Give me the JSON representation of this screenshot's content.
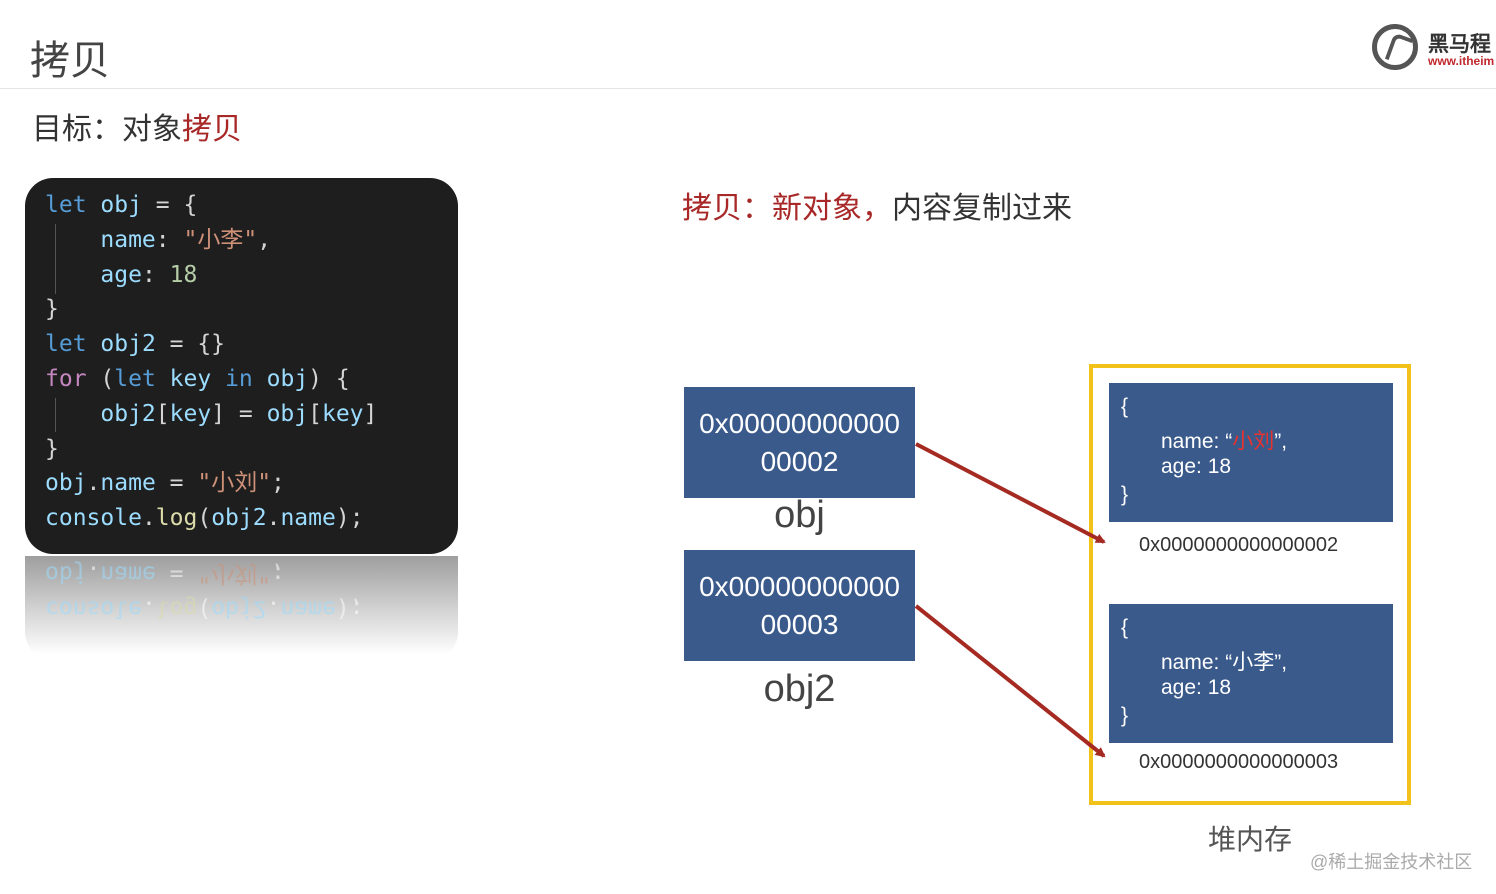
{
  "slide": {
    "title": "拷贝",
    "goal_prefix": "目标：对象",
    "goal_highlight": "拷贝"
  },
  "logo": {
    "name": "黑马程",
    "url": "www.itheim"
  },
  "code": {
    "lines": [
      {
        "tokens": [
          {
            "t": "let",
            "c": "kw"
          },
          {
            "t": " "
          },
          {
            "t": "obj",
            "c": "var"
          },
          {
            "t": " = {"
          }
        ]
      },
      {
        "tokens": [
          {
            "t": "    "
          },
          {
            "t": "name",
            "c": "var"
          },
          {
            "t": ": "
          },
          {
            "t": "\"小李\"",
            "c": "str"
          },
          {
            "t": ","
          }
        ]
      },
      {
        "tokens": [
          {
            "t": "    "
          },
          {
            "t": "age",
            "c": "var"
          },
          {
            "t": ": "
          },
          {
            "t": "18",
            "c": "num"
          }
        ]
      },
      {
        "tokens": [
          {
            "t": "}"
          }
        ]
      },
      {
        "tokens": [
          {
            "t": "let",
            "c": "kw"
          },
          {
            "t": " "
          },
          {
            "t": "obj2",
            "c": "var"
          },
          {
            "t": " = {}"
          }
        ]
      },
      {
        "tokens": [
          {
            "t": "for",
            "c": "kw2"
          },
          {
            "t": " ("
          },
          {
            "t": "let",
            "c": "kw"
          },
          {
            "t": " "
          },
          {
            "t": "key",
            "c": "var"
          },
          {
            "t": " "
          },
          {
            "t": "in",
            "c": "kw"
          },
          {
            "t": " "
          },
          {
            "t": "obj",
            "c": "var"
          },
          {
            "t": ") {"
          }
        ]
      },
      {
        "tokens": [
          {
            "t": "    "
          },
          {
            "t": "obj2",
            "c": "var"
          },
          {
            "t": "["
          },
          {
            "t": "key",
            "c": "var"
          },
          {
            "t": "] = "
          },
          {
            "t": "obj",
            "c": "var"
          },
          {
            "t": "["
          },
          {
            "t": "key",
            "c": "var"
          },
          {
            "t": "]"
          }
        ]
      },
      {
        "tokens": [
          {
            "t": "}"
          }
        ]
      },
      {
        "tokens": [
          {
            "t": "obj",
            "c": "var"
          },
          {
            "t": "."
          },
          {
            "t": "name",
            "c": "var"
          },
          {
            "t": " = "
          },
          {
            "t": "\"小刘\"",
            "c": "str"
          },
          {
            "t": ";"
          }
        ]
      },
      {
        "tokens": [
          {
            "t": "console",
            "c": "var"
          },
          {
            "t": "."
          },
          {
            "t": "log",
            "c": "fn"
          },
          {
            "t": "("
          },
          {
            "t": "obj2",
            "c": "var"
          },
          {
            "t": "."
          },
          {
            "t": "name",
            "c": "var"
          },
          {
            "t": ");"
          }
        ]
      }
    ]
  },
  "description": {
    "highlight": "拷贝：新对象，",
    "rest": "内容复制过来"
  },
  "stack": {
    "obj": {
      "address": "0x0000000000000002",
      "label": "obj"
    },
    "obj2": {
      "address": "0x0000000000000003",
      "label": "obj2"
    }
  },
  "heap": {
    "label": "堆内存",
    "objects": [
      {
        "open": "{",
        "name_key": "name: “",
        "name_value": "小刘",
        "name_end": "”,",
        "age": "age: 18",
        "close": "}",
        "address": "0x0000000000000002",
        "name_highlight": true
      },
      {
        "open": "{",
        "name_key": "name: “",
        "name_value": "小李",
        "name_end": "”,",
        "age": "age: 18",
        "close": "}",
        "address": "0x0000000000000003",
        "name_highlight": false
      }
    ]
  },
  "colors": {
    "accent_red": "#a82828",
    "box_blue": "#3a5a8c",
    "heap_border": "#f2c21a",
    "arrow": "#a52a22"
  },
  "watermark": "@稀土掘金技术社区"
}
